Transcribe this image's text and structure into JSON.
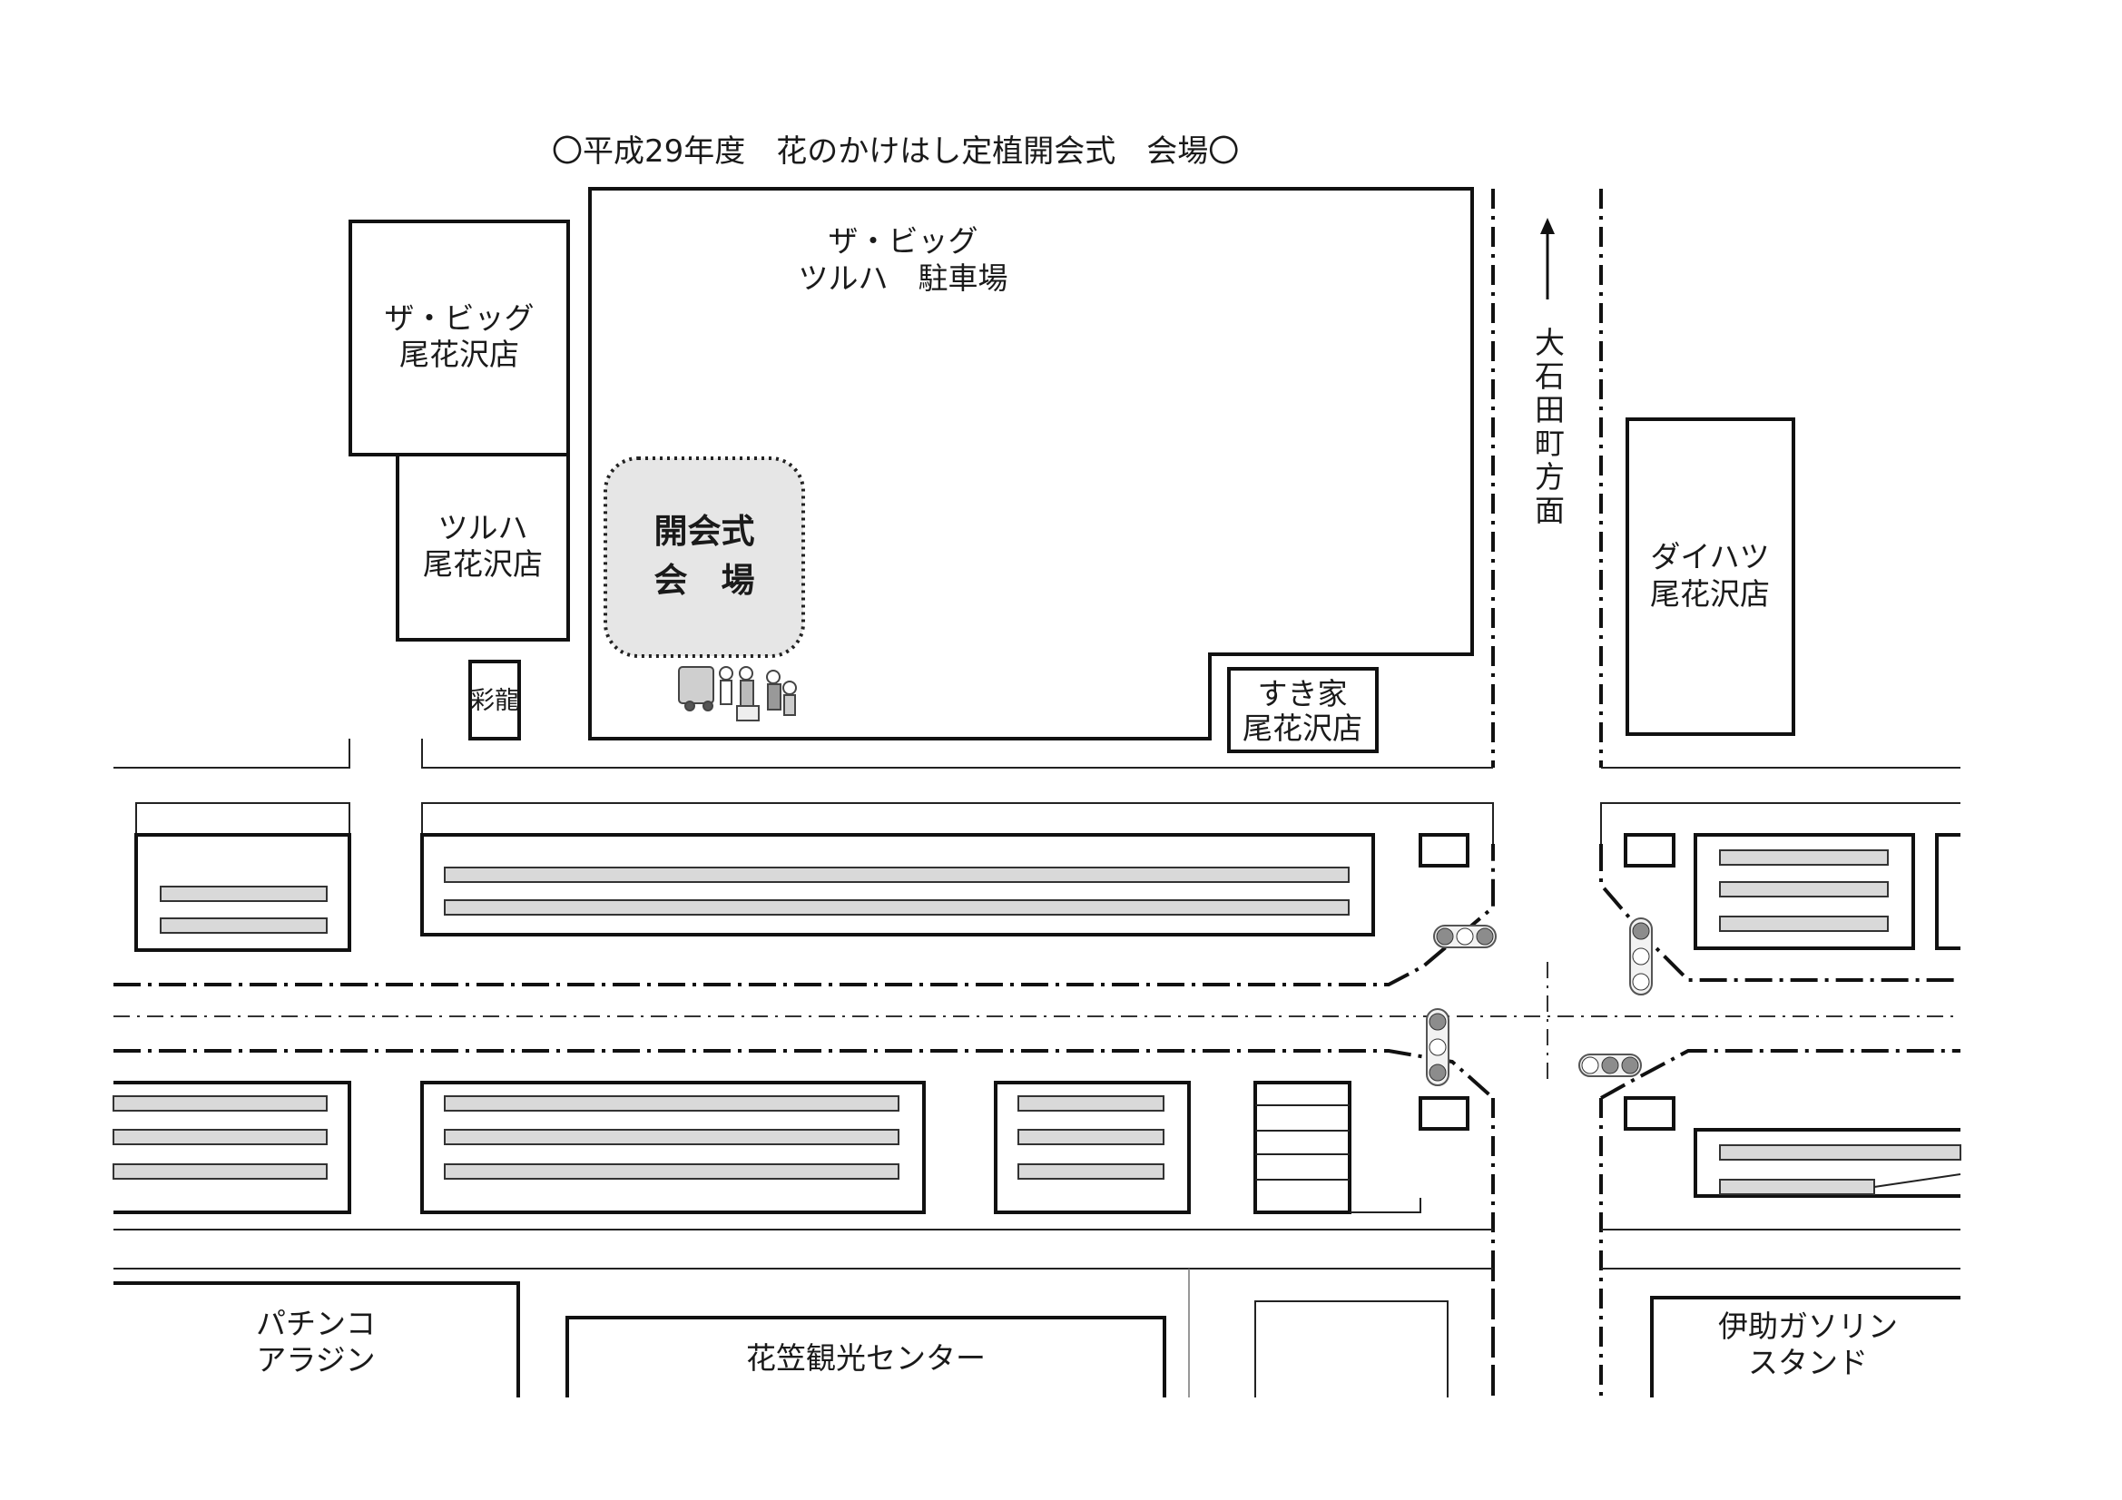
{
  "title": "〇平成29年度　花のかけはし定植開会式　会場〇",
  "labels": {
    "parking_1": "ザ・ビッグ",
    "parking_2": "ツルハ　駐車場",
    "thebig_1": "ザ・ビッグ",
    "thebig_2": "尾花沢店",
    "tsuruha_1": "ツルハ",
    "tsuruha_2": "尾花沢店",
    "sairyu": "彩龍",
    "venue_1": "開会式",
    "venue_2": "会　場",
    "sukiya_1": "すき家",
    "sukiya_2": "尾花沢店",
    "direction": "大石田町方面",
    "daihatsu_1": "ダイハツ",
    "daihatsu_2": "尾花沢店",
    "pachinko_1": "パチンコ",
    "pachinko_2": "アラジン",
    "hanagasa": "花笠観光センター",
    "gas_1": "伊助ガソリン",
    "gas_2": "スタンド"
  },
  "colors": {
    "line": "#111111",
    "venue_fill": "#e6e6e6",
    "stripe_fill": "#d9d9d9",
    "signal_gray": "#8c8c8c"
  }
}
